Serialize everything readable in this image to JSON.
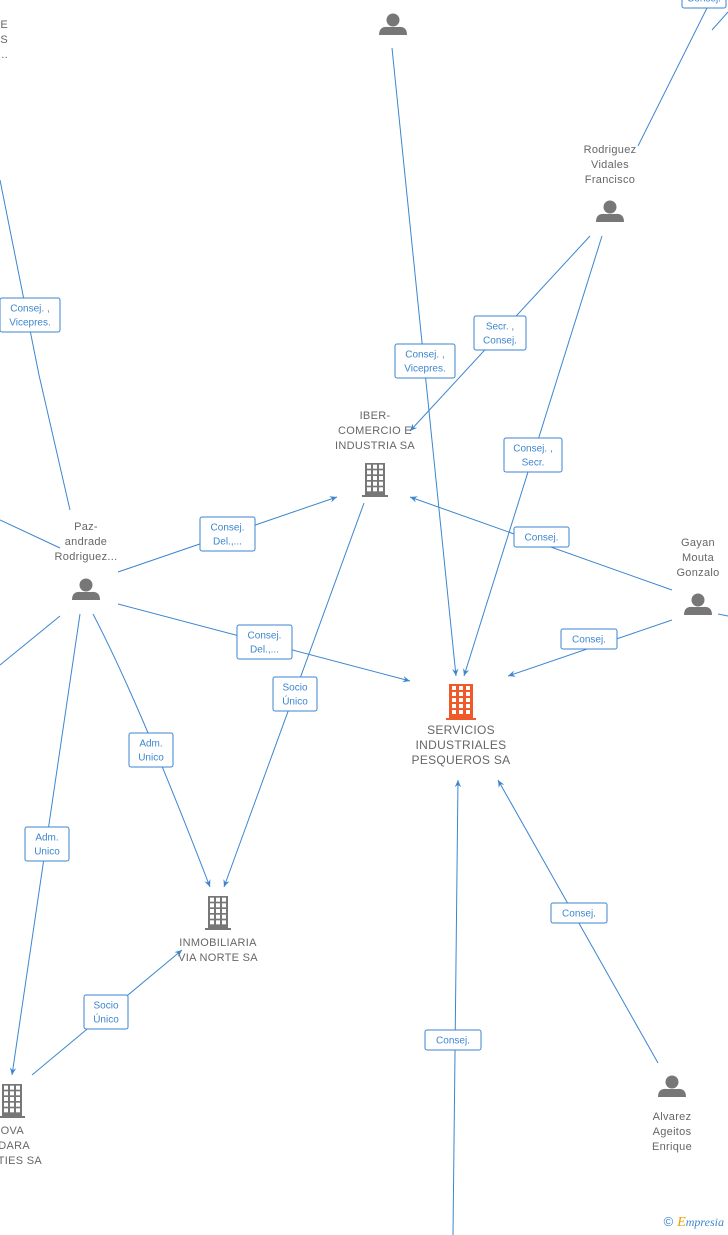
{
  "colors": {
    "edge": "#3d86cf",
    "node": "#777777",
    "main_node": "#f05a28",
    "text": "#666666"
  },
  "nodes": [
    {
      "id": "top_partial",
      "type": "company",
      "lines": [
        "E",
        "S",
        "A..."
      ],
      "icon": "none"
    },
    {
      "id": "top_person",
      "type": "person",
      "lines": [],
      "icon": "person-icon"
    },
    {
      "id": "rodriguez",
      "type": "person",
      "lines": [
        "Rodriguez",
        "Vidales",
        "Francisco"
      ],
      "icon": "person-icon"
    },
    {
      "id": "iber",
      "type": "company",
      "lines": [
        "IBER-",
        "COMERCIO E",
        "INDUSTRIA SA"
      ],
      "icon": "building-icon"
    },
    {
      "id": "paz",
      "type": "person",
      "lines": [
        "Paz-",
        "andrade",
        "Rodriguez..."
      ],
      "icon": "person-icon"
    },
    {
      "id": "gayan",
      "type": "person",
      "lines": [
        "Gayan",
        "Mouta",
        "Gonzalo"
      ],
      "icon": "person-icon"
    },
    {
      "id": "sips",
      "type": "company",
      "main": true,
      "lines": [
        "SERVICIOS",
        "INDUSTRIALES",
        "PESQUEROS SA"
      ],
      "icon": "building-icon"
    },
    {
      "id": "inmob",
      "type": "company",
      "lines": [
        "INMOBILIARIA",
        "VIA NORTE SA"
      ],
      "icon": "building-icon"
    },
    {
      "id": "nova",
      "type": "company",
      "lines": [
        "OVA",
        "DARA",
        "TIES SA"
      ],
      "icon": "building-icon"
    },
    {
      "id": "alvarez",
      "type": "person",
      "lines": [
        "Alvarez",
        "Ageitos",
        "Enrique"
      ],
      "icon": "person-icon"
    }
  ],
  "edges": [
    {
      "id": "e1",
      "label": [
        "Consej."
      ]
    },
    {
      "id": "e2",
      "label": [
        "Consej. ,",
        "Vicepres."
      ]
    },
    {
      "id": "e3",
      "label": [
        "Consej. ,",
        "Vicepres."
      ]
    },
    {
      "id": "e4",
      "label": [
        "Secr. ,",
        "Consej."
      ]
    },
    {
      "id": "e5",
      "label": [
        "Consej. ,",
        "Secr."
      ]
    },
    {
      "id": "e6",
      "label": [
        "Consej.",
        "Del.,..."
      ]
    },
    {
      "id": "e7",
      "label": [
        "Consej."
      ]
    },
    {
      "id": "e8",
      "label": [
        "Consej."
      ]
    },
    {
      "id": "e9",
      "label": [
        "Consej.",
        "Del.,..."
      ]
    },
    {
      "id": "e10",
      "label": [
        "Socio",
        "Único"
      ]
    },
    {
      "id": "e11",
      "label": [
        "Adm.",
        "Unico"
      ]
    },
    {
      "id": "e12",
      "label": [
        "Adm.",
        "Unico"
      ]
    },
    {
      "id": "e13",
      "label": [
        "Socio",
        "Único"
      ]
    },
    {
      "id": "e14",
      "label": [
        "Consej."
      ]
    },
    {
      "id": "e15",
      "label": [
        "Consej."
      ]
    }
  ],
  "brand": {
    "copyright": "©",
    "name_first": "E",
    "name_rest": "mpresia"
  }
}
